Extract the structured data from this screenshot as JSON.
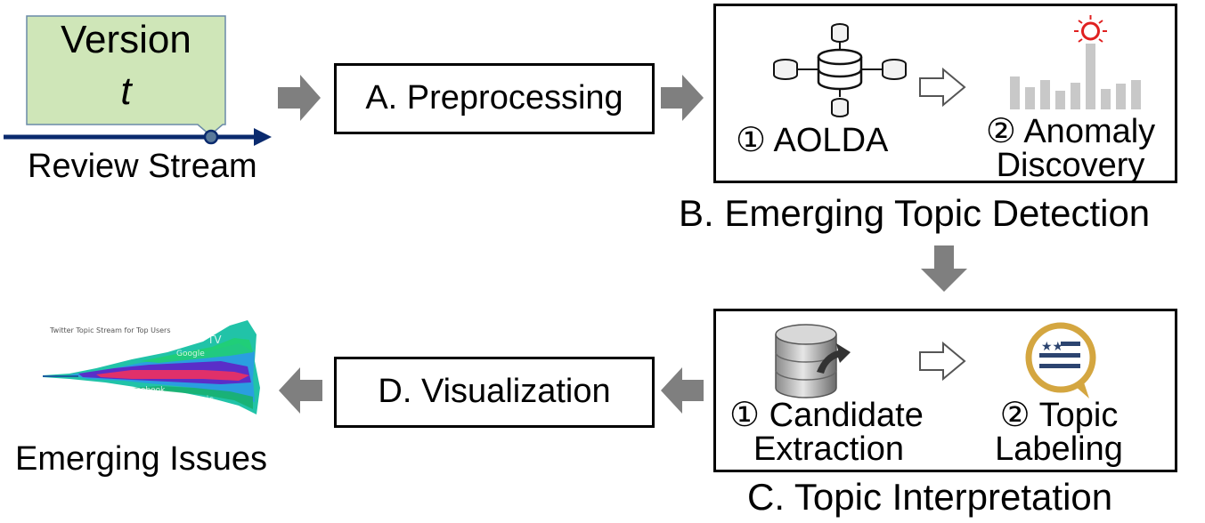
{
  "version_callout": {
    "line1": "Version",
    "line2": "t"
  },
  "review_stream": {
    "label": "Review Stream"
  },
  "step_a": {
    "label": "A. Preprocessing"
  },
  "step_b": {
    "title": "B. Emerging Topic Detection",
    "sub1": "① AOLDA",
    "sub2_line1": "② Anomaly",
    "sub2_line2": "Discovery"
  },
  "step_c": {
    "title": "C. Topic Interpretation",
    "sub1_line1": "① Candidate",
    "sub1_line2": "Extraction",
    "sub2_line1": "② Topic",
    "sub2_line2": "Labeling"
  },
  "step_d": {
    "label": "D. Visualization"
  },
  "emerging_issues": {
    "label": "Emerging Issues"
  },
  "thumbnail": {
    "title": "Twitter Topic Stream for Top Users",
    "words": [
      "TV",
      "Google",
      "Facebook",
      "Seesmic"
    ]
  },
  "colors": {
    "arrow": "#7f7f7f",
    "callout_fill": "#cfe6b8",
    "stream_line": "#0a2a6e",
    "bar_gray": "#c8c8c8",
    "highlight_red": "#e02020",
    "label_gold": "#d4a640",
    "label_navy": "#2c4470"
  }
}
